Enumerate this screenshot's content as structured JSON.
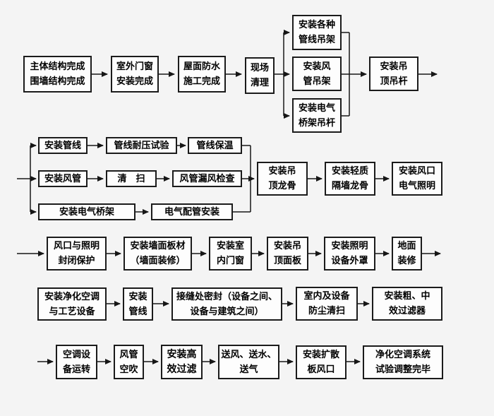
{
  "colors": {
    "background": "#f4f4f4",
    "node_fill": "#fdfdfd",
    "node_border": "#1b1b1b",
    "arrow": "#161616",
    "text": "#000000"
  },
  "flowchart": {
    "nodes": [
      {
        "name": "main-structure-complete",
        "line1": "主体结构完成",
        "line2": "围墙结构完成"
      },
      {
        "name": "exterior-doors-windows",
        "line1": "室外门窗",
        "line2": "安装完成"
      },
      {
        "name": "roof-waterproofing",
        "line1": "屋面防水",
        "line2": "施工完成"
      },
      {
        "name": "site-cleanup",
        "line1": "现场",
        "line2": "清理"
      },
      {
        "name": "install-pipeline-hangers",
        "line1": "安装各种",
        "line2": "管线吊架"
      },
      {
        "name": "install-duct-hangers",
        "line1": "安装风",
        "line2": "管吊架"
      },
      {
        "name": "install-cable-tray-rods",
        "line1": "安装电气",
        "line2": "桥架吊杆"
      },
      {
        "name": "install-ceiling-rods",
        "line1": "安装吊",
        "line2": "顶吊杆"
      },
      {
        "name": "install-pipelines",
        "line1": "安装管线"
      },
      {
        "name": "pipeline-pressure-test",
        "line1": "管线耐压试验"
      },
      {
        "name": "pipeline-insulation",
        "line1": "管线保温"
      },
      {
        "name": "install-ducts",
        "line1": "安装风管"
      },
      {
        "name": "duct-cleaning",
        "line1": "清　扫"
      },
      {
        "name": "duct-leak-test",
        "line1": "风管漏风检查"
      },
      {
        "name": "install-cable-trays",
        "line1": "安装电气桥架"
      },
      {
        "name": "electrical-conduit",
        "line1": "电气配管安装"
      },
      {
        "name": "install-ceiling-keel",
        "line1": "安装吊",
        "line2": "顶龙骨"
      },
      {
        "name": "lightweight-partition-keel",
        "line1": "安装轻质",
        "line2": "隔墙龙骨"
      },
      {
        "name": "install-outlets-lighting",
        "line1": "安装风口",
        "line2": "电气照明"
      },
      {
        "name": "outlet-lighting-protection",
        "line1": "风口与照明",
        "line2": "封闭保护"
      },
      {
        "name": "wall-panels",
        "line1": "安装墙面板材",
        "line2": "（墙面装修）"
      },
      {
        "name": "interior-doors-windows",
        "line1": "安装室",
        "line2": "内门窗"
      },
      {
        "name": "ceiling-panels",
        "line1": "安装吊",
        "line2": "顶面板"
      },
      {
        "name": "lighting-covers",
        "line1": "安装照明",
        "line2": "设备外罩"
      },
      {
        "name": "floor-finishing",
        "line1": "地面",
        "line2": "装修"
      },
      {
        "name": "install-hvac-equipment",
        "line1": "安装净化空调",
        "line2": "与工艺设备"
      },
      {
        "name": "install-pipelines-2",
        "line1": "安装",
        "line2": "管线"
      },
      {
        "name": "joint-sealing",
        "line1": "接缝处密封（设备之间、",
        "line2": "设备与建筑之间）"
      },
      {
        "name": "dust-cleaning",
        "line1": "室内及设备",
        "line2": "防尘清扫"
      },
      {
        "name": "coarse-medium-filters",
        "line1": "安装粗、中",
        "line2": "效过滤器"
      },
      {
        "name": "ac-equipment-running",
        "line1": "空调设",
        "line2": "备运转"
      },
      {
        "name": "duct-air-blowing",
        "line1": "风管",
        "line2": "空吹"
      },
      {
        "name": "install-hepa-filter",
        "line1": "安装高",
        "line2": "效过滤"
      },
      {
        "name": "air-water-gas-supply",
        "line1": "送风、送水、",
        "line2": "送气"
      },
      {
        "name": "diffuser-outlets",
        "line1": "安装扩散",
        "line2": "板风口"
      },
      {
        "name": "system-test-complete",
        "line1": "净化空调系统",
        "line2": "试验调整完毕"
      }
    ],
    "edges": [
      "主体结构完成围墙结构完成>室外门窗安装完成",
      "室外门窗安装完成>屋面防水施工完成",
      "屋面防水施工完成>现场清理",
      "现场清理>安装各种管线吊架",
      "现场清理>安装风管吊架",
      "现场清理>安装电气桥架吊杆",
      "安装各种管线吊架>安装吊顶吊杆",
      "安装风管吊架>安装吊顶吊杆",
      "安装电气桥架吊杆>安装吊顶吊杆",
      "安装吊顶吊杆>（下行）",
      "（上行）>安装管线",
      "（上行）>安装风管",
      "（上行）>安装电气桥架",
      "安装管线>管线耐压试验",
      "管线耐压试验>管线保温",
      "安装风管>清扫",
      "清扫>风管漏风检查",
      "安装电气桥架>电气配管安装",
      "管线保温>安装吊顶龙骨",
      "风管漏风检查>安装吊顶龙骨",
      "电气配管安装>安装吊顶龙骨",
      "安装吊顶龙骨>安装轻质隔墙龙骨",
      "安装轻质隔墙龙骨>安装风口电气照明",
      "（上行）>风口与照明封闭保护",
      "风口与照明封闭保护>安装墙面板材（墙面装修）",
      "安装墙面板材（墙面装修）>安装室内门窗",
      "安装室内门窗>安装吊顶面板",
      "安装吊顶面板>安装照明设备外罩",
      "安装照明设备外罩>地面装修",
      "地面装修>（下行）",
      "安装净化空调与工艺设备>安装管线",
      "安装管线>接缝处密封（设备之间、设备与建筑之间）",
      "接缝处密封（设备之间、设备与建筑之间）>室内及设备防尘清扫",
      "室内及设备防尘清扫>安装粗、中效过滤器",
      "（上行）>空调设备运转",
      "空调设备运转>风管空吹",
      "风管空吹>安装高效过滤",
      "安装高效过滤>送风、送水、送气",
      "送风、送水、送气>安装扩散板风口",
      "安装扩散板风口>净化空调系统试验调整完毕"
    ]
  }
}
